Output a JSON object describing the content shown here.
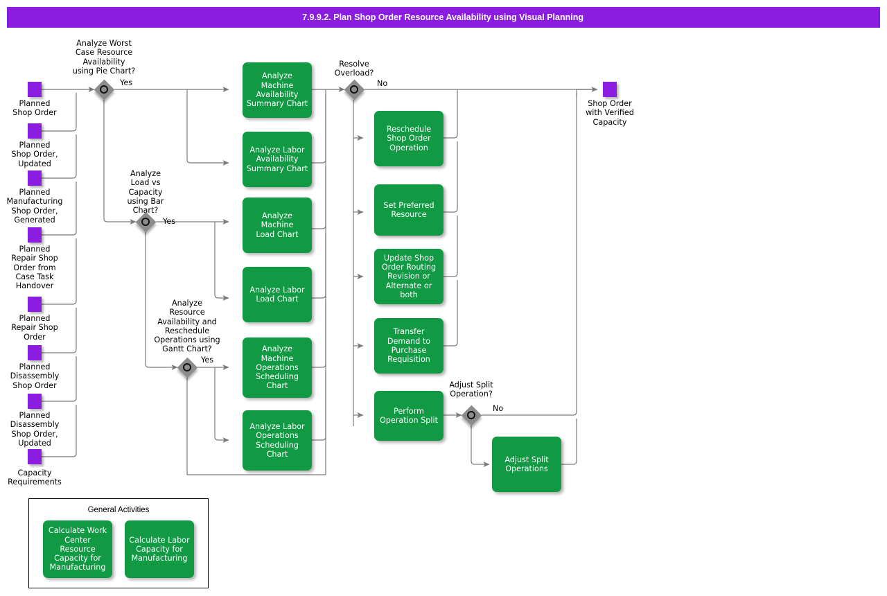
{
  "header": {
    "title": "7.9.9.2. Plan Shop Order Resource Availability using Visual Planning",
    "bar_color": "#8A1DE0"
  },
  "palette": {
    "activity_green": "#119944",
    "object_purple": "#8A1DE0",
    "decision_gray": "#8C8C8C",
    "connector_gray": "#666666"
  },
  "inputs": [
    {
      "id": "planned-shop-order",
      "label": "Planned\nShop Order"
    },
    {
      "id": "planned-shop-order-updated",
      "label": "Planned\nShop Order,\nUpdated"
    },
    {
      "id": "planned-manufacturing-shop-order-generated",
      "label": "Planned\nManufacturing\nShop Order,\nGenerated"
    },
    {
      "id": "planned-repair-shop-order-from-case-task-handover",
      "label": "Planned\nRepair Shop\nOrder from\nCase Task\nHandover"
    },
    {
      "id": "planned-repair-shop-order",
      "label": "Planned\nRepair Shop\nOrder"
    },
    {
      "id": "planned-disassembly-shop-order",
      "label": "Planned\nDisassembly\nShop Order"
    },
    {
      "id": "planned-disassembly-shop-order-updated",
      "label": "Planned\nDisassembly\nShop Order,\nUpdated"
    },
    {
      "id": "capacity-requirements",
      "label": "Capacity\nRequirements"
    }
  ],
  "output": {
    "id": "shop-order-with-verified-capacity",
    "label": "Shop Order\nwith Verified\nCapacity"
  },
  "decisions": [
    {
      "id": "analyze-worst-case-pie",
      "question": "Analyze Worst\nCase Resource\nAvailability\nusing Pie Chart?",
      "branch_label": "Yes"
    },
    {
      "id": "analyze-load-vs-capacity-bar",
      "question": "Analyze\nLoad vs\nCapacity\nusing Bar\nChart?",
      "branch_label": "Yes"
    },
    {
      "id": "analyze-resource-availability-gantt",
      "question": "Analyze\nResource\nAvailability and\nReschedule\nOperations using\nGantt Chart?",
      "branch_label": "Yes"
    },
    {
      "id": "resolve-overload",
      "question": "Resolve\nOverload?",
      "branch_label": "No"
    },
    {
      "id": "adjust-split-operation",
      "question": "Adjust Split\nOperation?",
      "branch_label": "No"
    }
  ],
  "activities": {
    "chart_column": [
      {
        "id": "analyze-machine-availability-summary-chart",
        "label": "Analyze Machine\nAvailability\nSummary Chart"
      },
      {
        "id": "analyze-labor-availability-summary-chart",
        "label": "Analyze Labor\nAvailability\nSummary Chart"
      },
      {
        "id": "analyze-machine-load-chart",
        "label": "Analyze Machine\nLoad Chart"
      },
      {
        "id": "analyze-labor-load-chart",
        "label": "Analyze Labor\nLoad Chart"
      },
      {
        "id": "analyze-machine-operations-scheduling-chart",
        "label": "Analyze Machine\nOperations\nScheduling\nChart"
      },
      {
        "id": "analyze-labor-operations-scheduling-chart",
        "label": "Analyze Labor\nOperations\nScheduling\nChart"
      }
    ],
    "resolve_column": [
      {
        "id": "reschedule-shop-order-operation",
        "label": "Reschedule\nShop Order\nOperation"
      },
      {
        "id": "set-preferred-resource",
        "label": "Set Preferred\nResource"
      },
      {
        "id": "update-shop-order-routing-revision-or-alternate-or-both",
        "label": "Update Shop\nOrder Routing\nRevision or\nAlternate or\nboth"
      },
      {
        "id": "transfer-demand-to-purchase-requisition",
        "label": "Transfer\nDemand to\nPurchase\nRequisition"
      },
      {
        "id": "perform-operation-split",
        "label": "Perform\nOperation Split"
      }
    ],
    "split_branch": [
      {
        "id": "adjust-split-operations",
        "label": "Adjust Split\nOperations"
      }
    ]
  },
  "general_activities": {
    "title": "General Activities",
    "items": [
      {
        "id": "calculate-work-center-resource-capacity-for-manufacturing",
        "label": "Calculate Work\nCenter Resource\nCapacity for\nManufacturing"
      },
      {
        "id": "calculate-labor-capacity-for-manufacturing",
        "label": "Calculate Labor\nCapacity for\nManufacturing"
      }
    ]
  }
}
